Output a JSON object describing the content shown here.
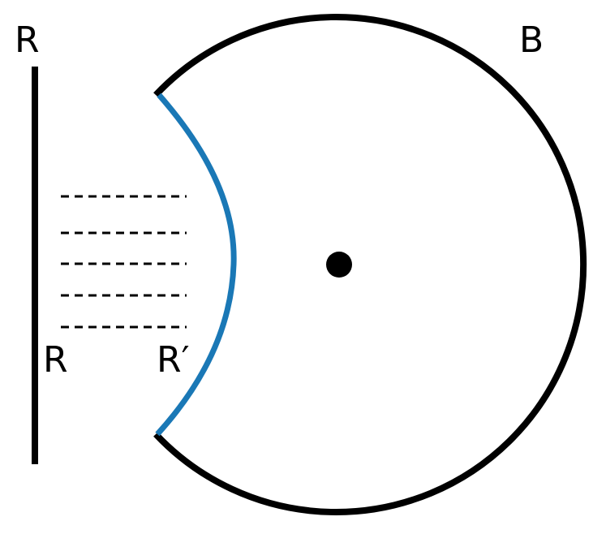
{
  "labels": {
    "rod_top": "R",
    "body": "B",
    "left_edge_bottom": "R",
    "curved_edge_bottom": "R′"
  },
  "colors": {
    "outline": "#000000",
    "concave_edge": "#1a78b6",
    "center_dot": "#000000",
    "dash_lines": "#000000"
  }
}
